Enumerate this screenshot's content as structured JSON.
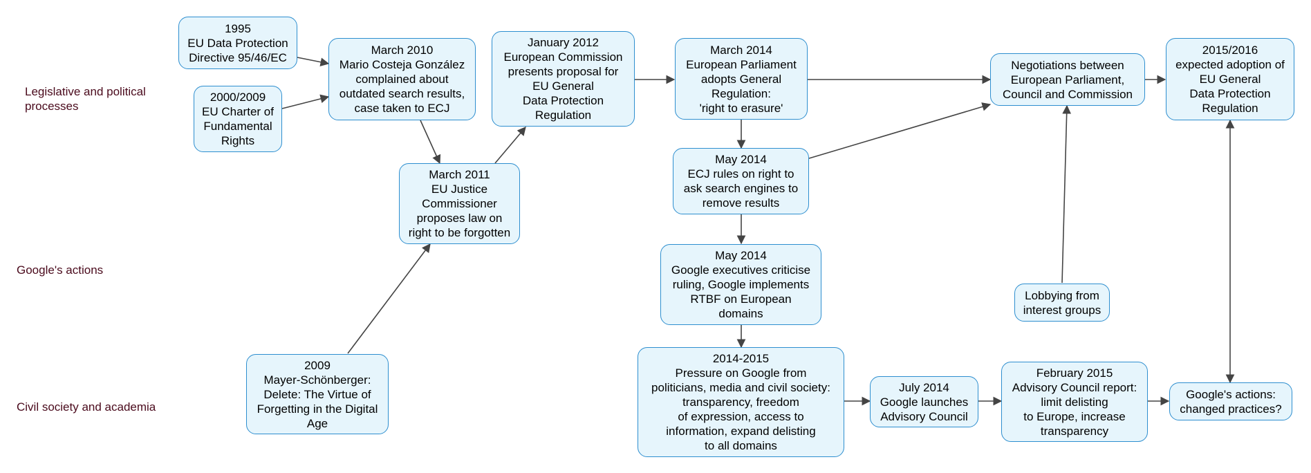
{
  "lanes": {
    "legislative": "Legislative and political\nprocesses",
    "google": "Google's actions",
    "civil": "Civil society and academia"
  },
  "nodes": {
    "n1995": "1995\nEU Data Protection\nDirective 95/46/EC",
    "n2000": "2000/2009\nEU Charter of\nFundamental\nRights",
    "n2010": "March 2010\nMario Costeja González\ncomplained about\noutdated search results,\ncase taken to ECJ",
    "n2011": "March 2011\nEU Justice\nCommissioner\nproposes law on\nright to be forgotten",
    "n2012": "January 2012\nEuropean Commission\npresents proposal for\nEU General\nData Protection\nRegulation",
    "n2014mar": "March 2014\nEuropean Parliament\nadopts General\nRegulation:\n'right to erasure'",
    "n2014ecj": "May 2014\nECJ rules on right to\nask search engines to\nremove results",
    "n2014google": "May 2014\nGoogle executives criticise\nruling, Google  implements\nRTBF on European\ndomains",
    "nNeg": "Negotiations between\nEuropean Parliament,\nCouncil and  Commission",
    "nGDPR": "2015/2016\nexpected adoption of\nEU General\nData Protection\nRegulation",
    "nLobby": "Lobbying from\ninterest groups",
    "n2009": "2009\nMayer-Schönberger:\nDelete: The Virtue of\nForgetting in the Digital\nAge",
    "nPressure": "2014-2015\nPressure on Google from\npoliticians, media and civil society:\ntransparency, freedom\nof expression, access to\ninformation, expand delisting\nto all domains",
    "nAdvisory": "July 2014\nGoogle launches\nAdvisory Council",
    "nReport": "February 2015\nAdvisory Council report:\nlimit delisting\nto Europe, increase\ntransparency",
    "nChanged": "Google's actions:\nchanged practices?"
  },
  "colors": {
    "box_fill": "#e6f5fc",
    "box_border": "#2d8ecf",
    "arrow": "#444444",
    "lane_label": "#4a0a1c"
  }
}
